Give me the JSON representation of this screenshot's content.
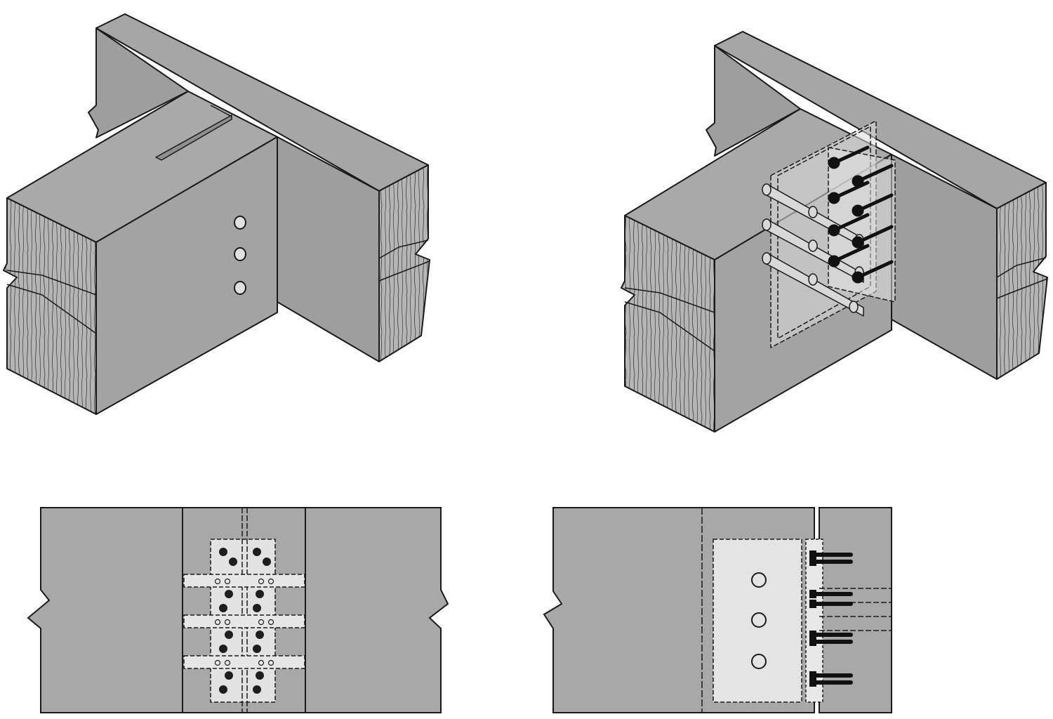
{
  "figure": {
    "views": [
      {
        "id": "iso-exterior",
        "description_visible": false
      },
      {
        "id": "iso-transparent",
        "description_visible": false
      },
      {
        "id": "plan-front",
        "description_visible": false
      },
      {
        "id": "plan-side",
        "description_visible": false
      }
    ],
    "colors": {
      "wood": "#a9a9a9",
      "wood_dark": "#9b9b9b",
      "end_grain": "#b7b7b7",
      "plate": "#e4e4e4",
      "line": "#1a1a1a",
      "screw": "#1e1e1e"
    },
    "counts": {
      "iso_holes": 3,
      "plan_side_holes": 3,
      "plan_side_screws": 8
    }
  }
}
